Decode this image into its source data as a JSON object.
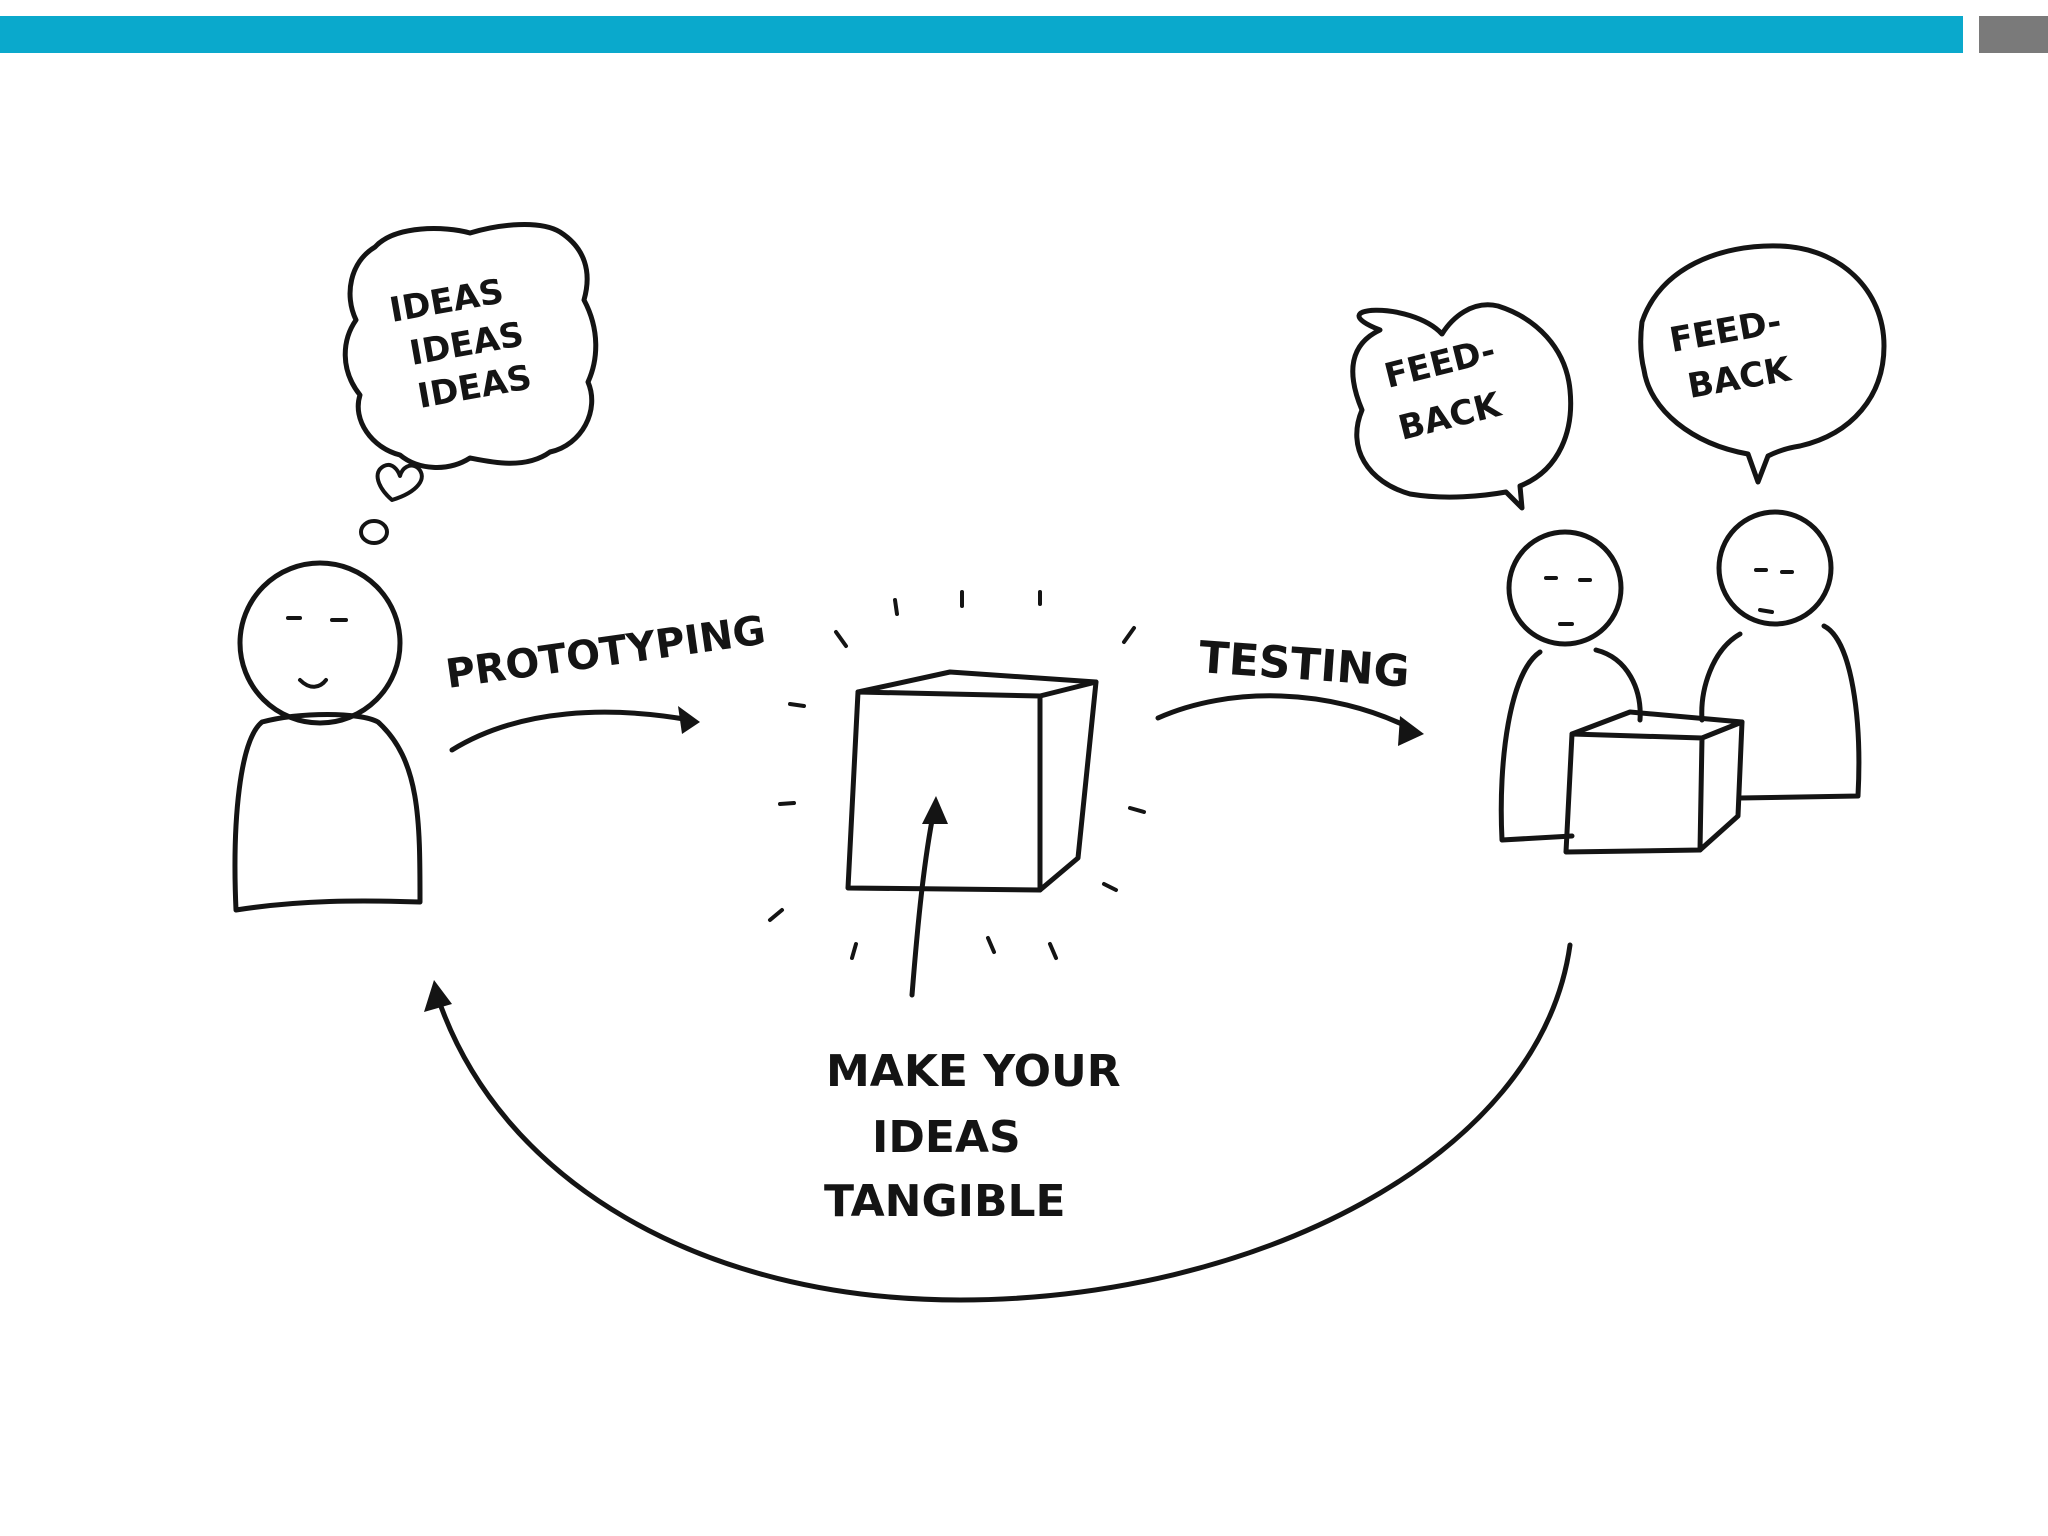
{
  "slide": {
    "accent_color": "#0aa9cc",
    "tab_color": "#7a7a7a",
    "ink_color": "#141414"
  },
  "thought_bubble": {
    "lines": [
      "IDEAS",
      "IDEAS",
      "IDEAS"
    ]
  },
  "labels": {
    "prototyping": "PROTOTYPING",
    "testing": "TESTING"
  },
  "caption": {
    "lines": [
      "MAKE YOUR",
      "IDEAS",
      "TANGIBLE"
    ]
  },
  "speech_bubbles": [
    {
      "lines": [
        "FEED-",
        "BACK"
      ]
    },
    {
      "lines": [
        "FEED-",
        "BACK"
      ]
    }
  ],
  "icons": [
    "thinking-person-icon",
    "glowing-prototype-box-icon",
    "testers-with-box-icon"
  ]
}
